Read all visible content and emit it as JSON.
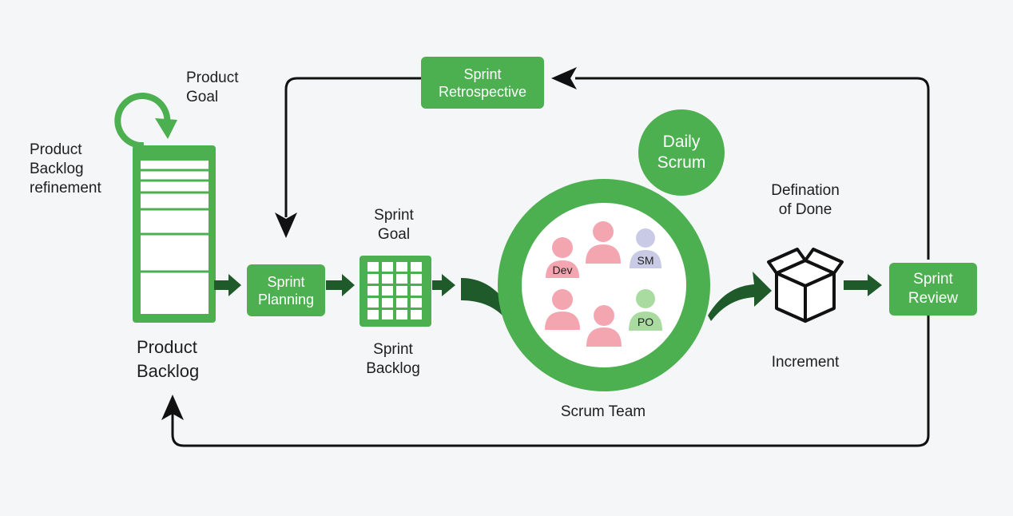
{
  "labels": {
    "product_goal": "Product\nGoal",
    "backlog_refinement": "Product\nBacklog\nrefinement",
    "product_backlog": "Product\nBacklog",
    "sprint_goal": "Sprint\nGoal",
    "sprint_backlog": "Sprint\nBacklog",
    "scrum_team": "Scrum Team",
    "definition_of_done": "Defination\nof Done",
    "increment": "Increment"
  },
  "boxes": {
    "sprint_planning": "Sprint\nPlanning",
    "sprint_retrospective": "Sprint\nRetrospective",
    "sprint_review": "Sprint\nReview",
    "daily_scrum": "Daily\nScrum"
  },
  "roles": {
    "dev": "Dev",
    "sm": "SM",
    "po": "PO"
  },
  "colors": {
    "green": "#4caf50",
    "dark_green": "#1e5a2a",
    "arrow": "#111111",
    "person_pink": "#f4a6b0",
    "person_lilac": "#c9cbe6",
    "person_lightgreen": "#a9dba0",
    "background": "#f5f6f8"
  }
}
